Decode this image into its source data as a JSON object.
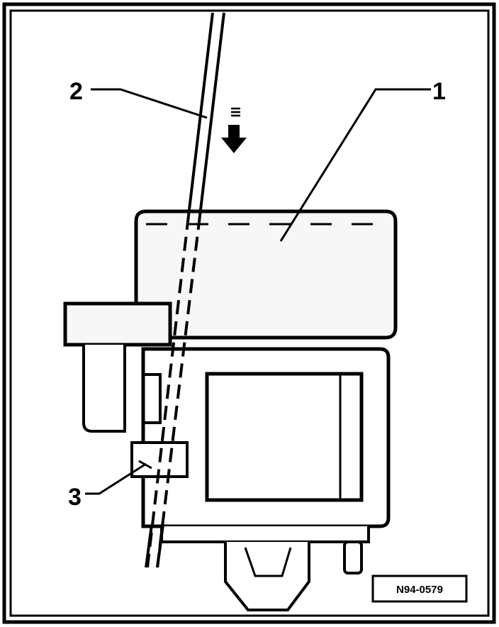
{
  "callouts": {
    "c1": "1",
    "c2": "2",
    "c3": "3"
  },
  "arrow_marker": "III",
  "reference_code": "N94-0579",
  "colors": {
    "ink": "#000000",
    "paper": "#ffffff",
    "panel": "#f7f7f7"
  },
  "icons": {
    "direction_arrow": "arrow-down-icon"
  }
}
